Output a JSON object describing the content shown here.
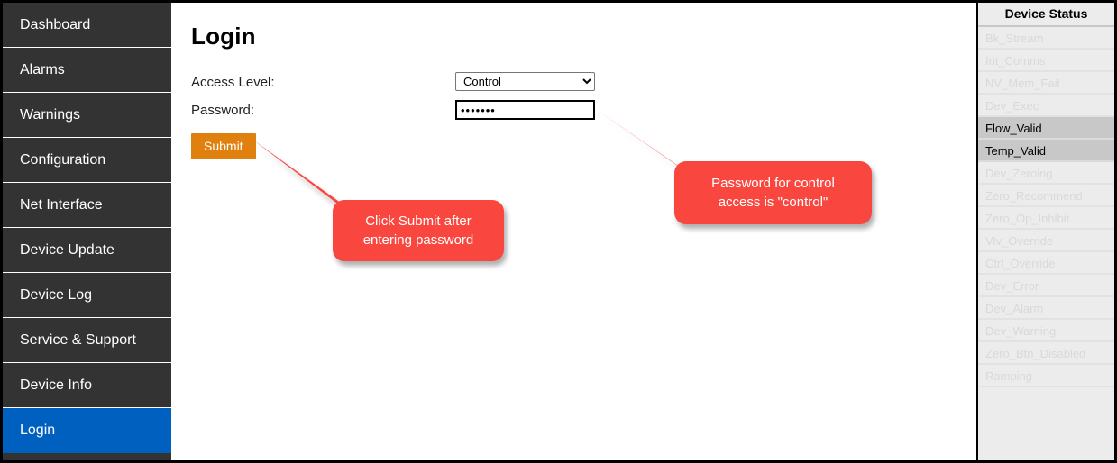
{
  "sidebar": {
    "items": [
      {
        "label": "Dashboard",
        "active": false
      },
      {
        "label": "Alarms",
        "active": false
      },
      {
        "label": "Warnings",
        "active": false
      },
      {
        "label": "Configuration",
        "active": false
      },
      {
        "label": "Net Interface",
        "active": false
      },
      {
        "label": "Device Update",
        "active": false
      },
      {
        "label": "Device Log",
        "active": false
      },
      {
        "label": "Service & Support",
        "active": false
      },
      {
        "label": "Device Info",
        "active": false
      },
      {
        "label": "Login",
        "active": true
      }
    ],
    "active_color": "#0060bf",
    "background_color": "#333333"
  },
  "main": {
    "title": "Login",
    "access_label": "Access Level:",
    "password_label": "Password:",
    "access_value": "Control",
    "access_options": [
      "Control"
    ],
    "password_value": "•••••••",
    "password_masked_chars": 7,
    "submit_label": "Submit",
    "submit_color": "#e0800e"
  },
  "status_panel": {
    "header": "Device Status",
    "active_color": "#c8c8c8",
    "inactive_text_color": "#d9d9d9",
    "rows": [
      {
        "label": "Bk_Stream",
        "on": false
      },
      {
        "label": "Int_Comms",
        "on": false
      },
      {
        "label": "NV_Mem_Fail",
        "on": false
      },
      {
        "label": "Dev_Exec",
        "on": false
      },
      {
        "label": "Flow_Valid",
        "on": true
      },
      {
        "label": "Temp_Valid",
        "on": true
      },
      {
        "label": "Dev_Zeroing",
        "on": false
      },
      {
        "label": "Zero_Recommend",
        "on": false
      },
      {
        "label": "Zero_Op_Inhibit",
        "on": false
      },
      {
        "label": "Vlv_Override",
        "on": false
      },
      {
        "label": "Ctrl_Override",
        "on": false
      },
      {
        "label": "Dev_Error",
        "on": false
      },
      {
        "label": "Dev_Alarm",
        "on": false
      },
      {
        "label": "Dev_Warning",
        "on": false
      },
      {
        "label": "Zero_Btn_Disabled",
        "on": false
      },
      {
        "label": "Ramping",
        "on": false
      }
    ]
  },
  "callouts": {
    "color": "#f9463f",
    "submit": {
      "line1": "Click Submit after",
      "line2": "entering password"
    },
    "password": {
      "line1": "Password for control",
      "line2": "access is \"control\""
    }
  }
}
